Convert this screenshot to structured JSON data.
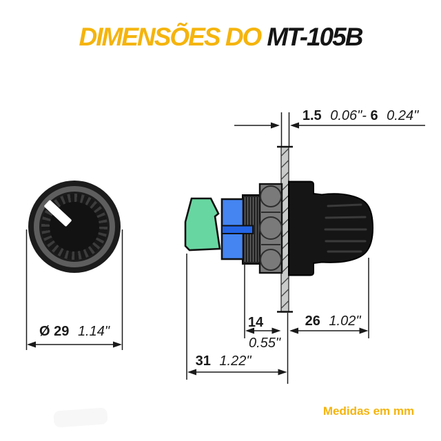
{
  "title": {
    "prefix": "DIMENSÕES DO",
    "model": "MT-105B"
  },
  "note": "Medidas em mm",
  "dims": {
    "panel_thickness": {
      "mm1": "1.5",
      "in1": "0.06\"-",
      "mm2": "6",
      "in2": "0.24\""
    },
    "diameter": {
      "mm": "Ø 29",
      "in": "1.14\""
    },
    "front_depth": {
      "mm": "14",
      "in": "0.55\""
    },
    "rear_depth": {
      "mm": "26",
      "in": "1.02\""
    },
    "total_front": {
      "mm": "31",
      "in": "1.22\""
    }
  },
  "colors": {
    "accent_yellow": "#F5B40D",
    "handle_green": "#68D6A1",
    "nut_blue": "#4485F2",
    "shaft_blue": "#2365E6",
    "panel_gray": "#C9CBCB",
    "collar_gray": "#7A7A7A",
    "knob_black": "#151515",
    "line": "#1A1A1A"
  }
}
